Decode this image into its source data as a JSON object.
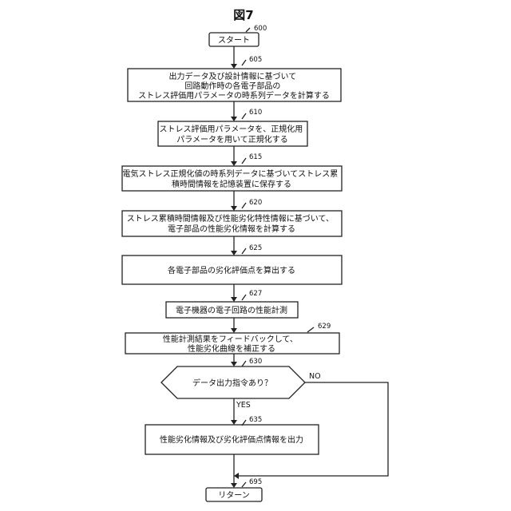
{
  "figure_title": "図7",
  "steps": {
    "start": {
      "ref": "600",
      "label": "スタート"
    },
    "s605": {
      "ref": "605",
      "lines": [
        "出力データ及び設計情報に基づいて",
        "回路動作時の各電子部品の",
        "ストレス評価用パラメータの時系列データを計算する"
      ]
    },
    "s610": {
      "ref": "610",
      "lines": [
        "ストレス評価用パラメータを、正規化用",
        "パラメータを用いて正規化する"
      ]
    },
    "s615": {
      "ref": "615",
      "lines": [
        "電気ストレス正規化値の時系列データに基づいてストレス累",
        "積時間情報を記憶装置に保存する"
      ]
    },
    "s620": {
      "ref": "620",
      "lines": [
        "ストレス累積時間情報及び性能劣化特性情報に基づいて、",
        "電子部品の性能劣化情報を計算する"
      ]
    },
    "s625": {
      "ref": "625",
      "lines": [
        "各電子部品の劣化評価点を算出する"
      ]
    },
    "s627": {
      "ref": "627",
      "lines": [
        "電子機器の電子回路の性能計測"
      ]
    },
    "s629": {
      "ref": "629",
      "lines": [
        "性能計測結果をフィードバックして、",
        "性能劣化曲線を補正する"
      ]
    },
    "d630": {
      "ref": "630",
      "label": "データ出力指令あり？",
      "yes": "YES",
      "no": "NO"
    },
    "s635": {
      "ref": "635",
      "lines": [
        "性能劣化情報及び劣化評価点情報を出力"
      ]
    },
    "ret": {
      "ref": "695",
      "label": "リターン"
    }
  }
}
